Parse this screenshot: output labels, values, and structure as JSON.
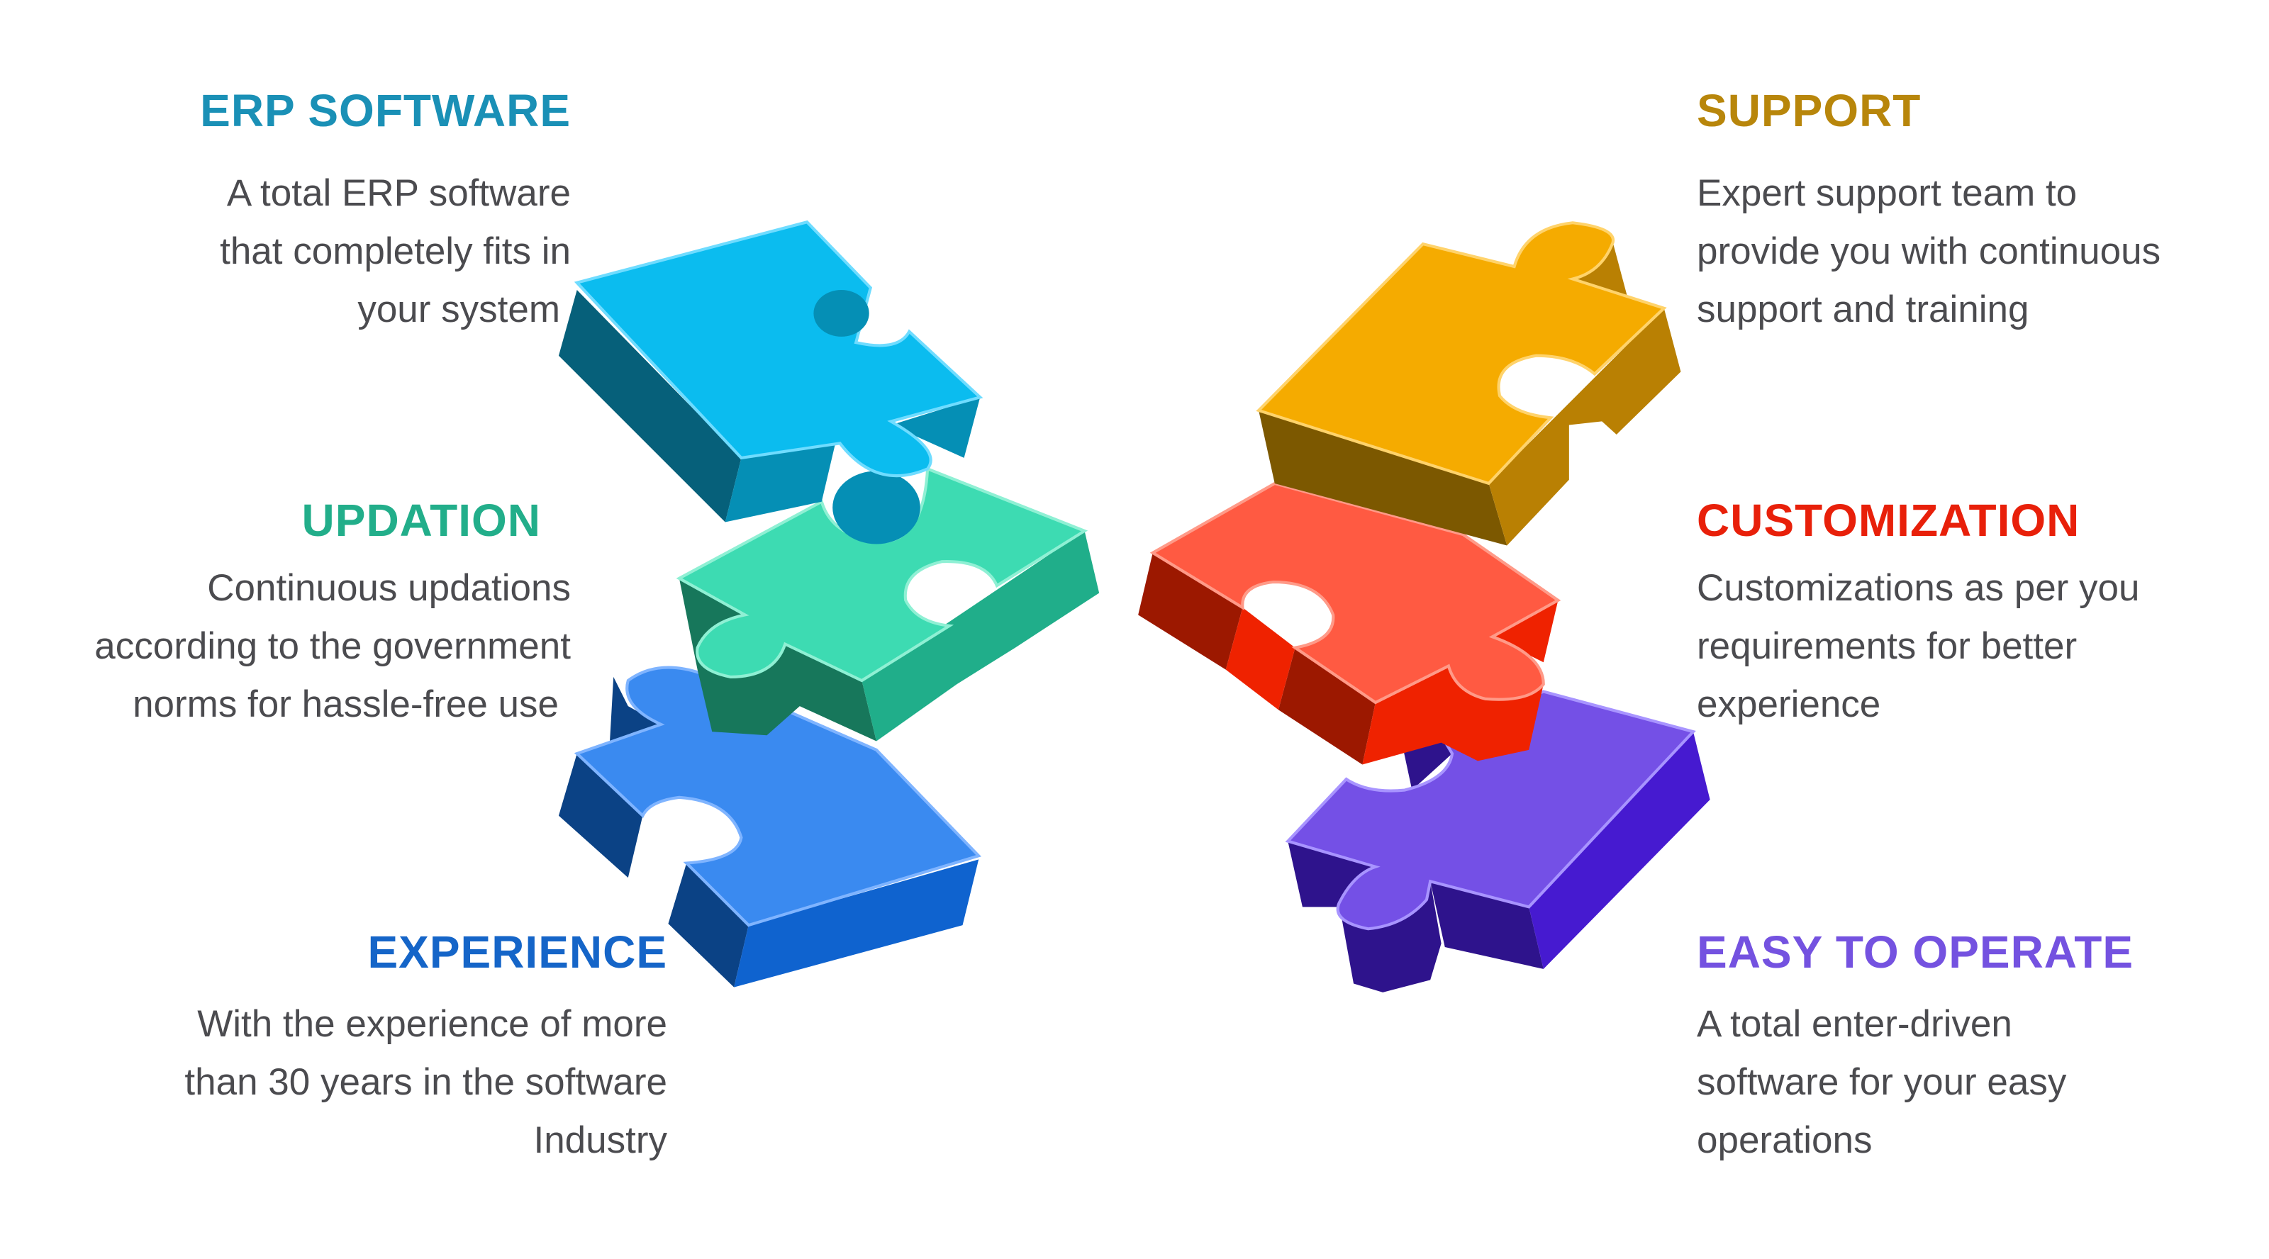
{
  "features": {
    "erp": {
      "title": "ERP SOFTWARE",
      "color": "#1a90b6",
      "lines": [
        "A total ERP software",
        "that completely fits in",
        "your system"
      ]
    },
    "updation": {
      "title": "UPDATION",
      "color": "#22ae8a",
      "lines": [
        "Continuous updations",
        "according to the government",
        "norms for hassle-free use"
      ]
    },
    "experience": {
      "title": "EXPERIENCE",
      "color": "#1565c8",
      "lines": [
        "With the experience of more",
        "than 30 years in the software",
        "Industry"
      ]
    },
    "support": {
      "title": "SUPPORT",
      "color": "#b8860b",
      "lines": [
        "Expert support team to",
        "provide you with continuous",
        "support and training"
      ]
    },
    "customization": {
      "title": "CUSTOMIZATION",
      "color": "#e8200a",
      "lines": [
        "Customizations as per you",
        "requirements for better",
        "experience"
      ]
    },
    "easy": {
      "title": "EASY TO OPERATE",
      "color": "#7452e0",
      "lines": [
        "A total enter-driven",
        "software for your easy",
        "operations"
      ]
    }
  }
}
